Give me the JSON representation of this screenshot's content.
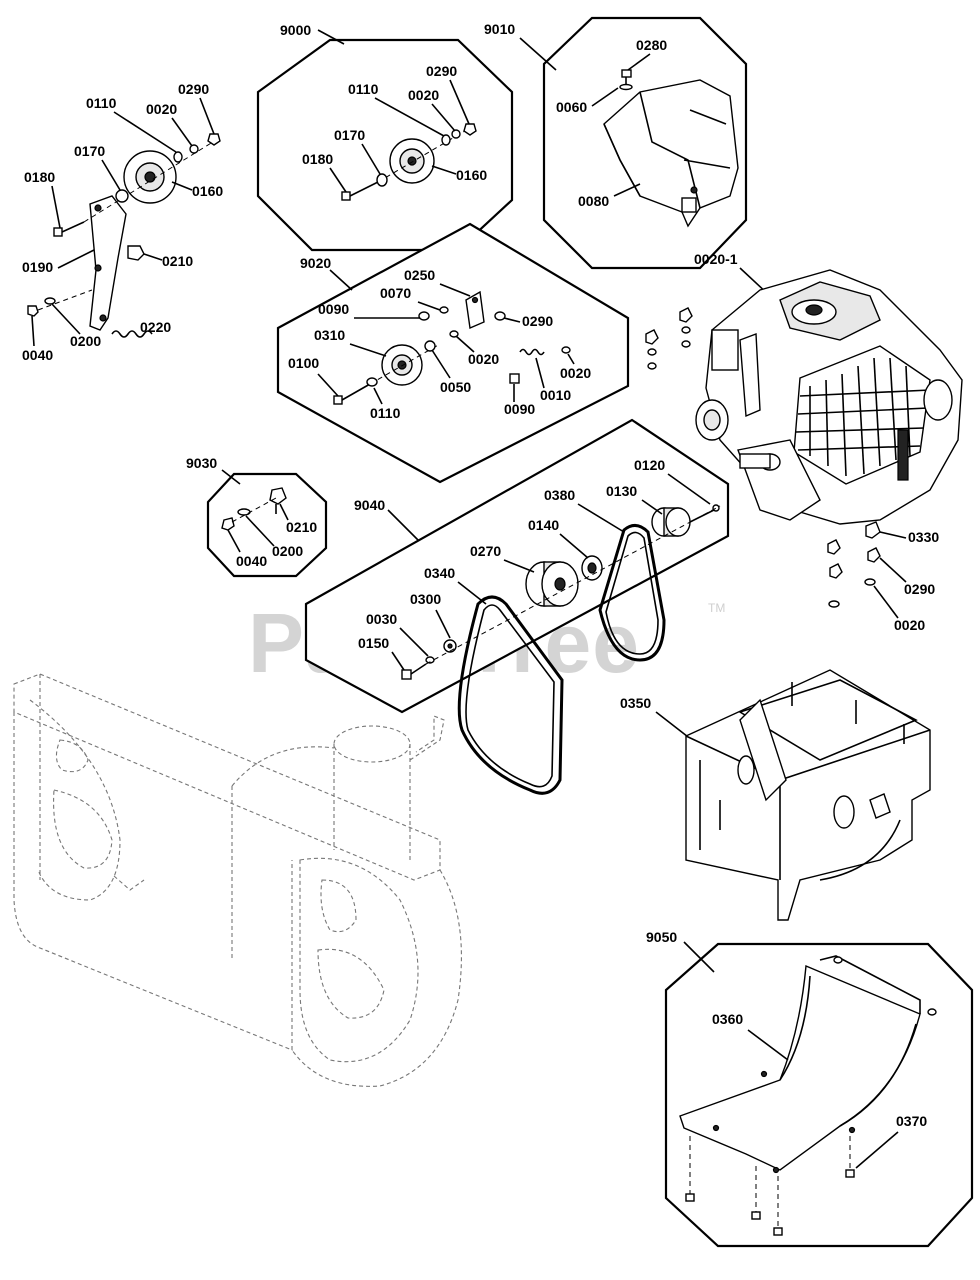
{
  "watermark": {
    "brand": "PartsTree",
    "mark": "TM"
  },
  "labels": {
    "g9000": "9000",
    "g9010": "9010",
    "g9020": "9020",
    "g9030": "9030",
    "g9040": "9040",
    "g9050": "9050",
    "l_0290_a": "0290",
    "l_0110_a": "0110",
    "l_0020_a": "0020",
    "l_0170_a": "0170",
    "l_0180_a": "0180",
    "l_0160_a": "0160",
    "l_0190": "0190",
    "l_0210_a": "0210",
    "l_0040_a": "0040",
    "l_0200_a": "0200",
    "l_0220": "0220",
    "l_0110_b": "0110",
    "l_0020_b": "0020",
    "l_0290_b": "0290",
    "l_0170_b": "0170",
    "l_0180_b": "0180",
    "l_0160_b": "0160",
    "l_0280": "0280",
    "l_0060": "0060",
    "l_0080": "0080",
    "l_0250": "0250",
    "l_0070": "0070",
    "l_0090_a": "0090",
    "l_0290_c": "0290",
    "l_0310": "0310",
    "l_0100": "0100",
    "l_0050": "0050",
    "l_0020_c": "0020",
    "l_0020_d": "0020",
    "l_0010": "0010",
    "l_0090_b": "0090",
    "l_0110_c": "0110",
    "l_0020_1": "0020-1",
    "l_0210_b": "0210",
    "l_0200_b": "0200",
    "l_0040_b": "0040",
    "l_0120": "0120",
    "l_0130": "0130",
    "l_0380": "0380",
    "l_0140": "0140",
    "l_0270": "0270",
    "l_0340": "0340",
    "l_0300": "0300",
    "l_0030": "0030",
    "l_0150": "0150",
    "l_0330": "0330",
    "l_0290_d": "0290",
    "l_0020_e": "0020",
    "l_0350": "0350",
    "l_0360": "0360",
    "l_0370": "0370"
  }
}
